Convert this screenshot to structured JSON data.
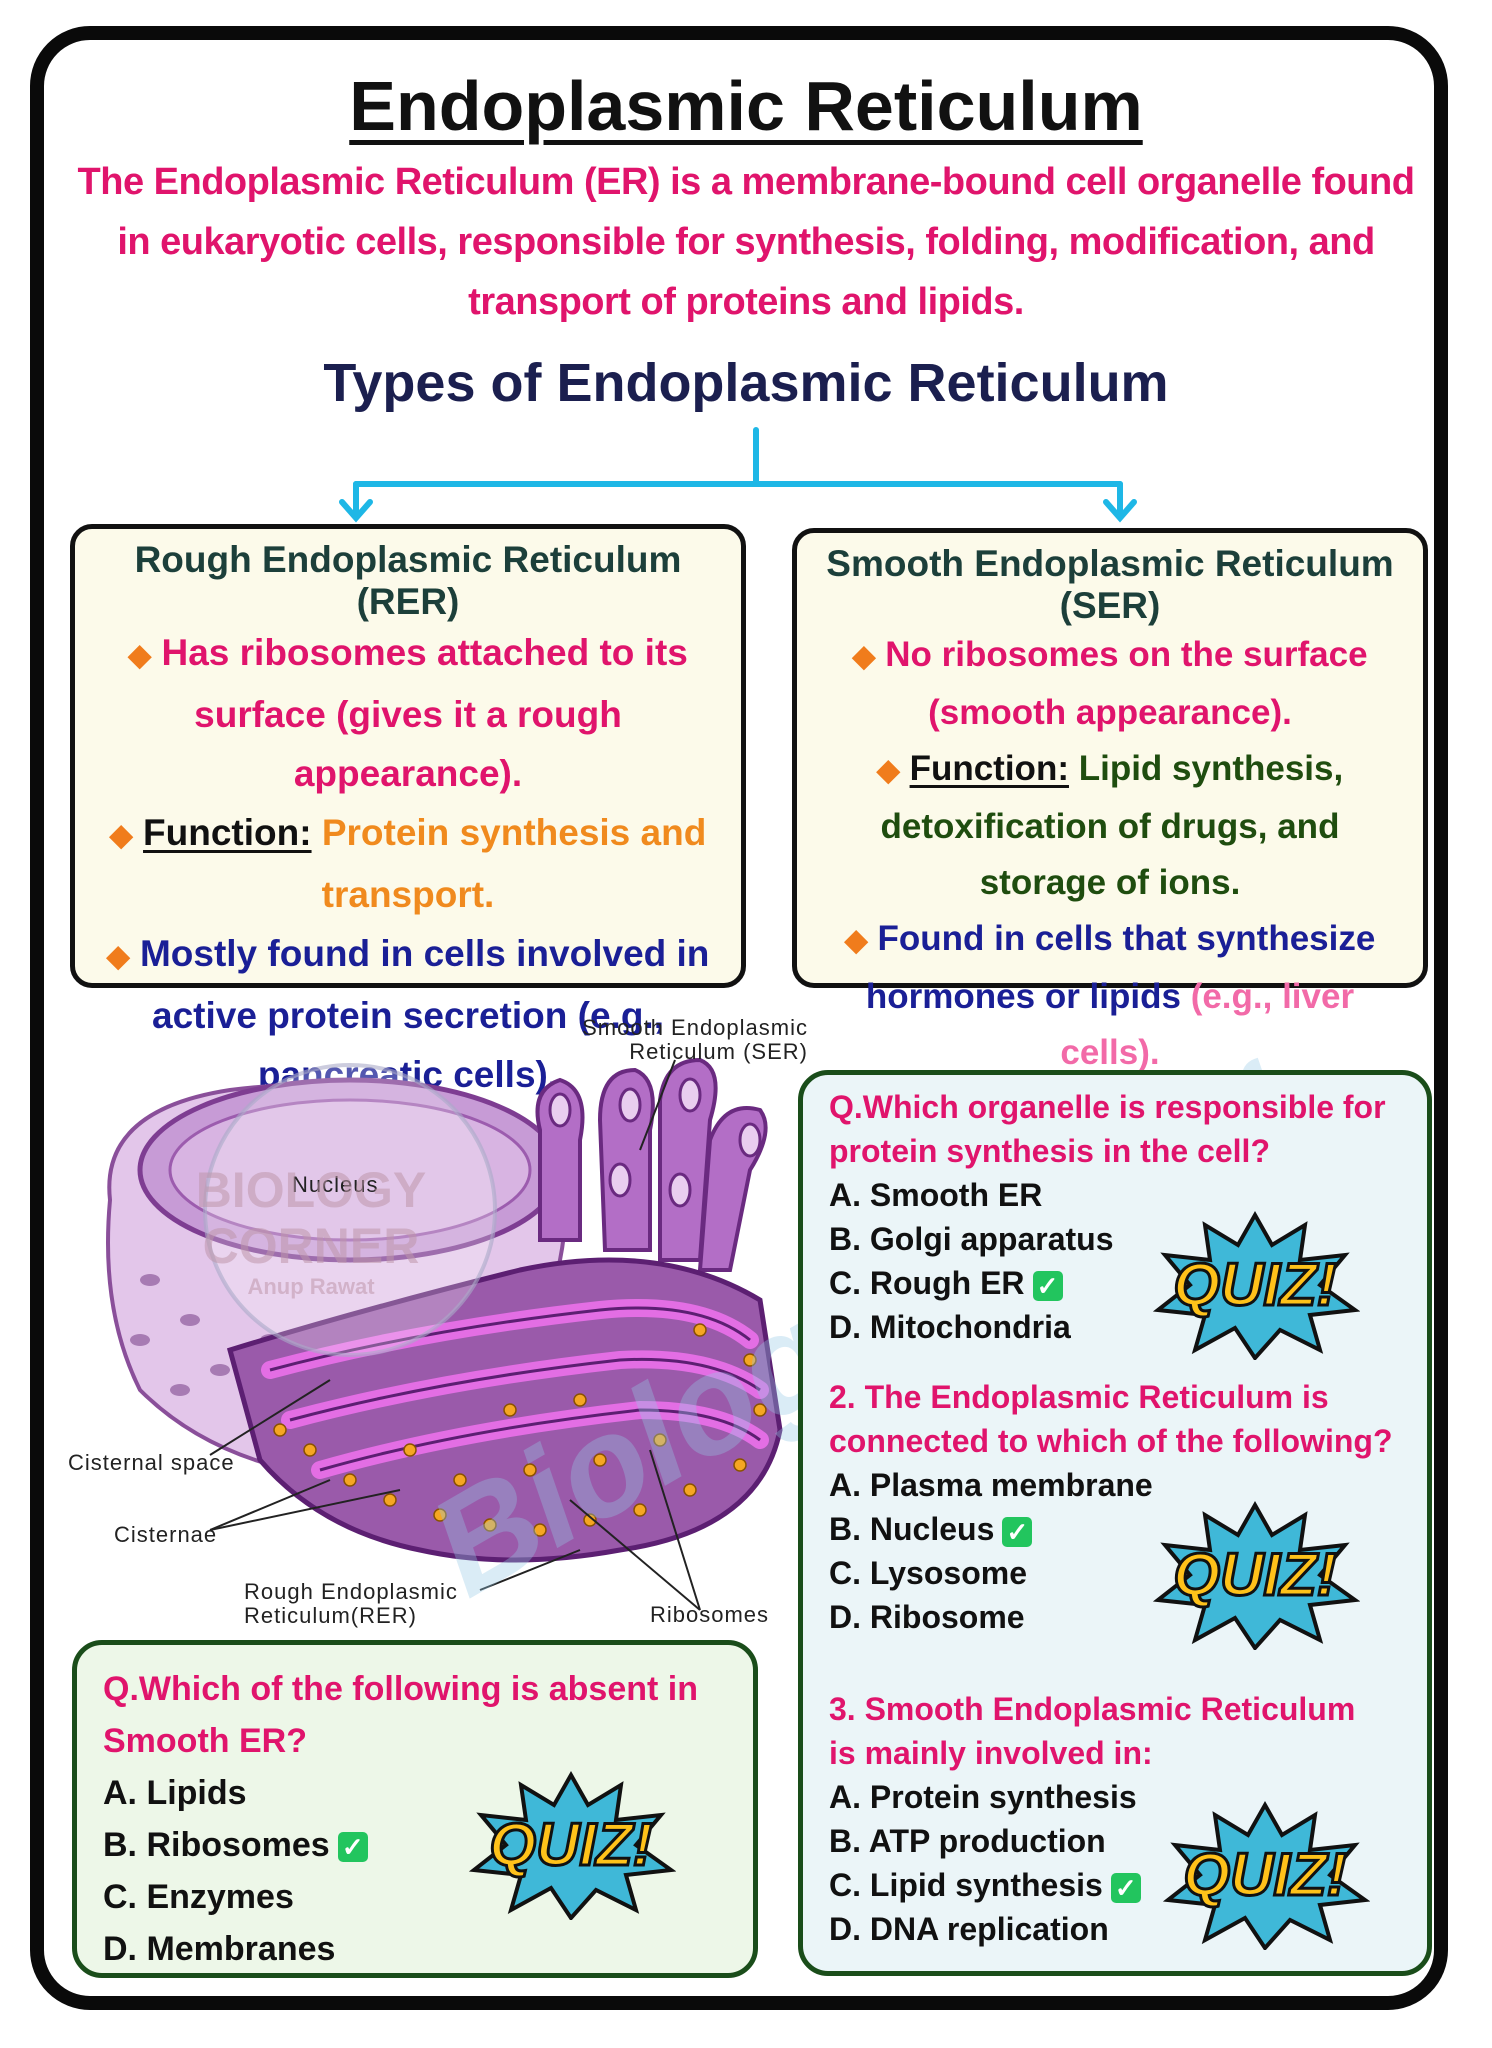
{
  "title": "Endoplasmic Reticulum",
  "intro": "The Endoplasmic Reticulum (ER) is a membrane-bound cell organelle found in eukaryotic cells, responsible for synthesis, folding, modification, and transport of proteins and lipids.",
  "types_heading": "Types of Endoplasmic Reticulum",
  "rer": {
    "heading": "Rough Endoplasmic Reticulum (RER)",
    "point1": "Has ribosomes attached to its surface (gives it a rough appearance).",
    "function_label": "Function:",
    "function_text": "Protein synthesis and transport.",
    "point3": "Mostly found in cells involved in active protein secretion (e.g., pancreatic cells)."
  },
  "ser": {
    "heading": "Smooth Endoplasmic Reticulum (SER)",
    "point1": "No ribosomes on the surface (smooth appearance).",
    "function_label": "Function:",
    "function_text": "Lipid synthesis, detoxification of drugs, and storage of ions.",
    "point3_a": "Found in cells that synthesize hormones or lipids",
    "point3_b": "(e.g., liver cells)."
  },
  "diagram": {
    "label_ser": "Smooth Endoplasmic Reticulum (SER)",
    "label_nucleus": "Nucleus",
    "label_cisternal": "Cisternal space",
    "label_cisternae": "Cisternae",
    "label_rer": "Rough Endoplasmic Reticulum(RER)",
    "label_ribosomes": "Ribosomes",
    "logo_line1": "BIOLOGY",
    "logo_line2": "CORNER",
    "logo_line3": "Anup Rawat"
  },
  "watermark": "Biologycorner",
  "quiz_badge": "QUIZ!",
  "quiz1": {
    "question": "Q.Which of the following is absent in Smooth ER?",
    "options": [
      "A. Lipids",
      "B. Ribosomes",
      "C. Enzymes",
      "D. Membranes"
    ]
  },
  "quiz2": {
    "question": "Q.Which organelle is responsible for protein synthesis in the cell?",
    "options": [
      "A. Smooth ER",
      "B. Golgi apparatus",
      "C. Rough ER",
      "D. Mitochondria"
    ]
  },
  "quiz3": {
    "question": "2. The Endoplasmic Reticulum is connected to which of the following?",
    "options": [
      "A. Plasma membrane",
      "B. Nucleus",
      "C. Lysosome",
      "D. Ribosome"
    ]
  },
  "quiz4": {
    "question": "3. Smooth Endoplasmic Reticulum is mainly involved in:",
    "options": [
      "A. Protein synthesis",
      "B. ATP production",
      "C. Lipid synthesis",
      "D. DNA replication"
    ]
  },
  "colors": {
    "pink": "#e0146c",
    "navy": "#1a1f96",
    "orange": "#f08a1e",
    "green": "#1f4d0f",
    "quiz_border": "#1a4d1a"
  }
}
